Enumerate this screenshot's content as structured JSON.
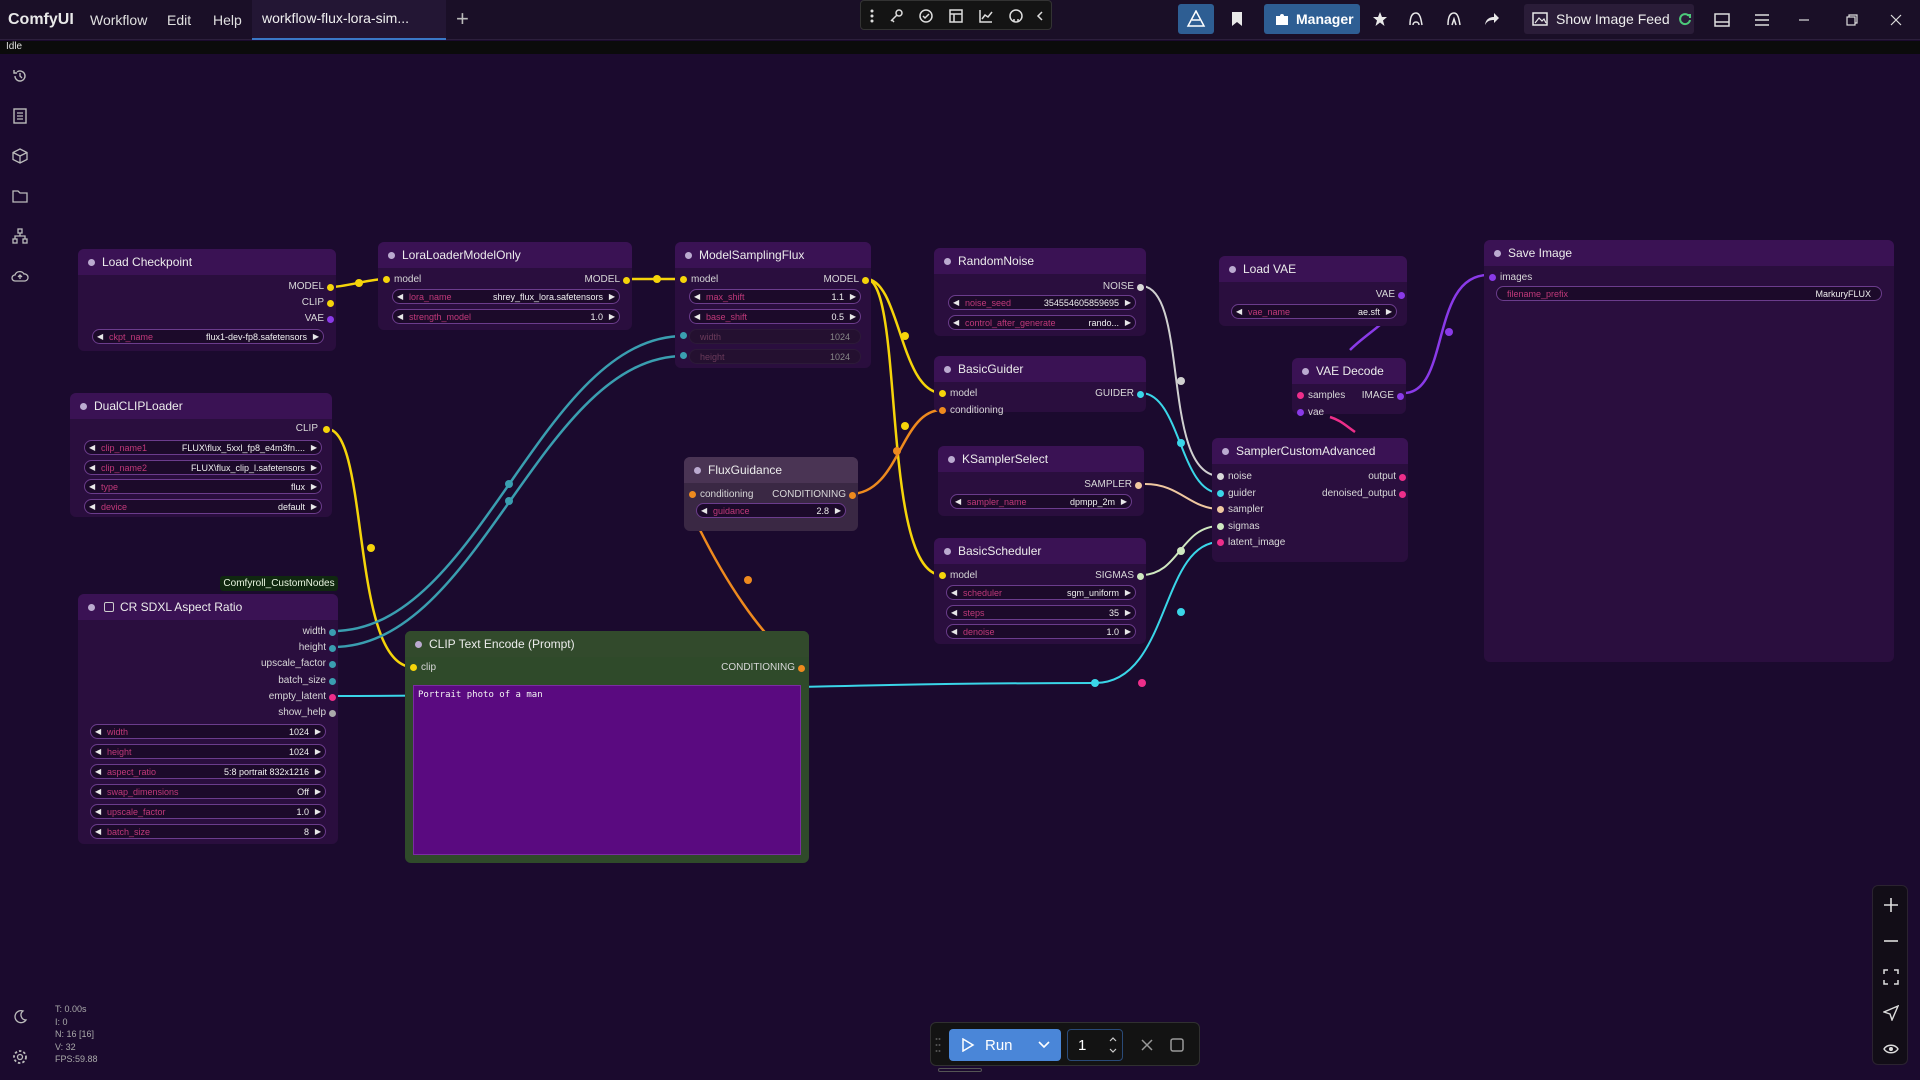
{
  "app": {
    "brand": "ComfyUI",
    "menu": [
      "Workflow",
      "Edit",
      "Help"
    ],
    "tab_title": "workflow-flux-lora-sim...",
    "status": "Idle"
  },
  "topbar": {
    "manager_label": "Manager",
    "feed_label": "Show Image Feed"
  },
  "stats": [
    "T: 0.00s",
    "I: 0",
    "N: 16 [16]",
    "V: 32",
    "FPS:59.88"
  ],
  "run": {
    "label": "Run",
    "batch_count": "1"
  },
  "badge": "Comfyroll_CustomNodes",
  "nodes": {
    "load_checkpoint": {
      "title": "Load Checkpoint",
      "outputs": [
        "MODEL",
        "CLIP",
        "VAE"
      ],
      "ckpt_label": "ckpt_name",
      "ckpt_value": "flux1-dev-fp8.safetensors"
    },
    "lora_loader": {
      "title": "LoraLoaderModelOnly",
      "input": "model",
      "output": "MODEL",
      "lora_label": "lora_name",
      "lora_value": "shrey_flux_lora.safetensors",
      "strength_label": "strength_model",
      "strength_value": "1.0"
    },
    "model_sampling": {
      "title": "ModelSamplingFlux",
      "input": "model",
      "output": "MODEL",
      "max_shift_label": "max_shift",
      "max_shift_value": "1.1",
      "base_shift_label": "base_shift",
      "base_shift_value": "0.5",
      "width_label": "width",
      "width_value": "1024",
      "height_label": "height",
      "height_value": "1024"
    },
    "random_noise": {
      "title": "RandomNoise",
      "output": "NOISE",
      "seed_label": "noise_seed",
      "seed_value": "354554605859695",
      "control_label": "control_after_generate",
      "control_value": "rando..."
    },
    "load_vae": {
      "title": "Load VAE",
      "output": "VAE",
      "vae_label": "vae_name",
      "vae_value": "ae.sft"
    },
    "save_image": {
      "title": "Save Image",
      "input": "images",
      "prefix_label": "filename_prefix",
      "prefix_value": "MarkuryFLUX"
    },
    "dual_clip": {
      "title": "DualCLIPLoader",
      "output": "CLIP",
      "clip1_label": "clip_name1",
      "clip1_value": "FLUX\\flux_5xxl_fp8_e4m3fn....",
      "clip2_label": "clip_name2",
      "clip2_value": "FLUX\\flux_clip_l.safetensors",
      "type_label": "type",
      "type_value": "flux",
      "device_label": "device",
      "device_value": "default"
    },
    "basic_guider": {
      "title": "BasicGuider",
      "inputs": [
        "model",
        "conditioning"
      ],
      "output": "GUIDER"
    },
    "vae_decode": {
      "title": "VAE Decode",
      "inputs": [
        "samples",
        "vae"
      ],
      "output": "IMAGE"
    },
    "flux_guidance": {
      "title": "FluxGuidance",
      "input": "conditioning",
      "output": "CONDITIONING",
      "guidance_label": "guidance",
      "guidance_value": "2.8"
    },
    "ksampler_select": {
      "title": "KSamplerSelect",
      "output": "SAMPLER",
      "sampler_label": "sampler_name",
      "sampler_value": "dpmpp_2m"
    },
    "sampler_custom": {
      "title": "SamplerCustomAdvanced",
      "inputs": [
        "noise",
        "guider",
        "sampler",
        "sigmas",
        "latent_image"
      ],
      "outputs": [
        "output",
        "denoised_output"
      ]
    },
    "basic_scheduler": {
      "title": "BasicScheduler",
      "input": "model",
      "output": "SIGMAS",
      "scheduler_label": "scheduler",
      "scheduler_value": "sgm_uniform",
      "steps_label": "steps",
      "steps_value": "35",
      "denoise_label": "denoise",
      "denoise_value": "1.0"
    },
    "aspect_ratio": {
      "title": "CR SDXL Aspect Ratio",
      "outputs": [
        "width",
        "height",
        "upscale_factor",
        "batch_size",
        "empty_latent",
        "show_help"
      ],
      "width_label": "width",
      "width_value": "1024",
      "height_label": "height",
      "height_value": "1024",
      "aspect_label": "aspect_ratio",
      "aspect_value": "5:8 portrait 832x1216",
      "swap_label": "swap_dimensions",
      "swap_value": "Off",
      "upscale_label": "upscale_factor",
      "upscale_value": "1.0",
      "batch_label": "batch_size",
      "batch_value": "8"
    },
    "clip_text": {
      "title": "CLIP Text Encode (Prompt)",
      "input": "clip",
      "output": "CONDITIONING",
      "prompt": "Portrait photo of a man"
    }
  },
  "colors": {
    "model": "#f5d40a",
    "clip": "#f5d40a",
    "vae": "#ee2e8a",
    "conditioning": "#ee8a1e",
    "latent": "#ee2e8a",
    "int": "#3a9eb0",
    "noise": "#d8d8d8",
    "guider": "#3ad6e8",
    "sampler": "#f0c8a0",
    "sigmas": "#cfe8c0",
    "image": "#8a3ae8"
  }
}
